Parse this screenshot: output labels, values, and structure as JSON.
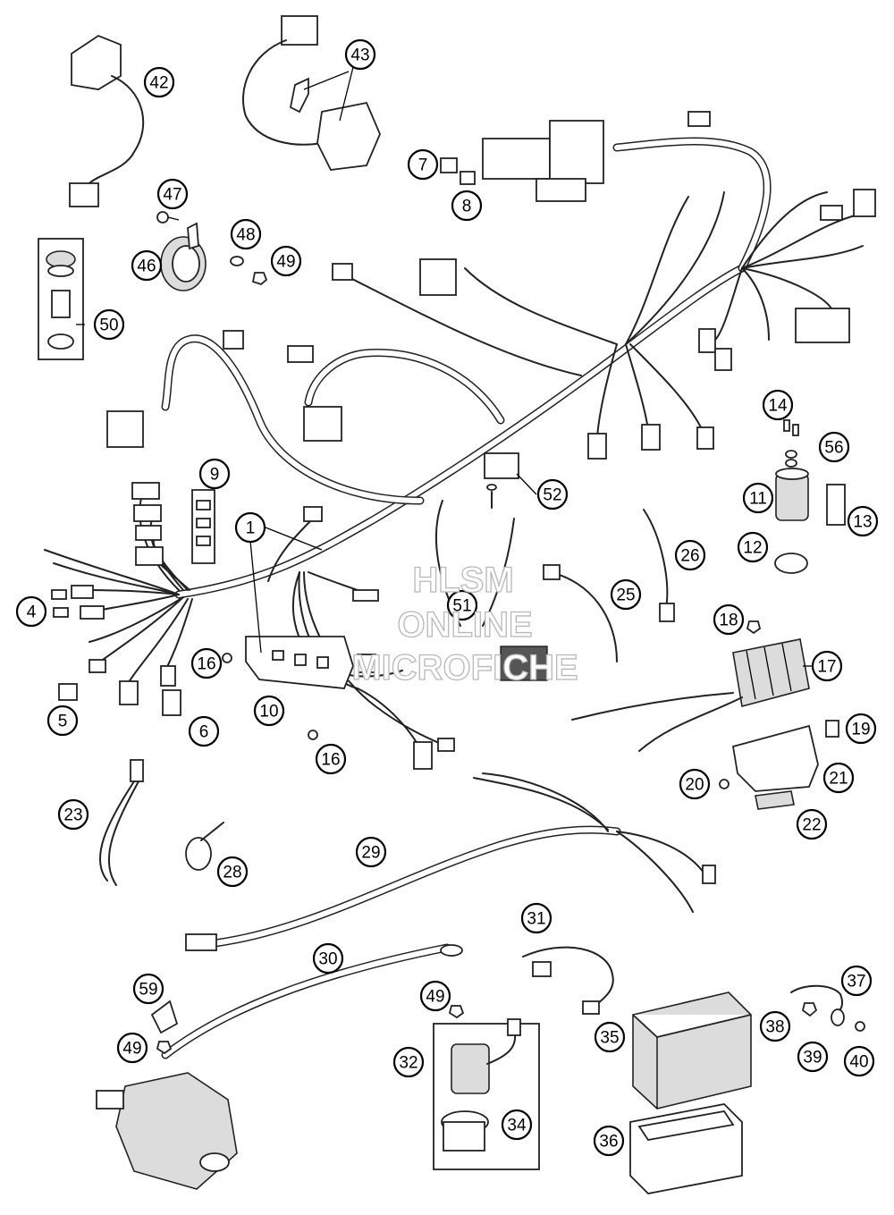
{
  "watermark": {
    "lines": [
      "HLSM",
      "ONLINE",
      "MICROFICHE"
    ]
  },
  "callouts": [
    {
      "num": "1"
    },
    {
      "num": "4"
    },
    {
      "num": "5"
    },
    {
      "num": "6"
    },
    {
      "num": "7"
    },
    {
      "num": "8"
    },
    {
      "num": "9"
    },
    {
      "num": "10"
    },
    {
      "num": "11"
    },
    {
      "num": "12"
    },
    {
      "num": "13"
    },
    {
      "num": "14"
    },
    {
      "num": "16"
    },
    {
      "num": "16"
    },
    {
      "num": "17"
    },
    {
      "num": "18"
    },
    {
      "num": "19"
    },
    {
      "num": "20"
    },
    {
      "num": "21"
    },
    {
      "num": "22"
    },
    {
      "num": "23"
    },
    {
      "num": "25"
    },
    {
      "num": "26"
    },
    {
      "num": "28"
    },
    {
      "num": "29"
    },
    {
      "num": "30"
    },
    {
      "num": "31"
    },
    {
      "num": "32"
    },
    {
      "num": "34"
    },
    {
      "num": "35"
    },
    {
      "num": "36"
    },
    {
      "num": "37"
    },
    {
      "num": "38"
    },
    {
      "num": "39"
    },
    {
      "num": "40"
    },
    {
      "num": "42"
    },
    {
      "num": "43"
    },
    {
      "num": "46"
    },
    {
      "num": "47"
    },
    {
      "num": "48"
    },
    {
      "num": "49"
    },
    {
      "num": "49"
    },
    {
      "num": "49"
    },
    {
      "num": "50"
    },
    {
      "num": "51"
    },
    {
      "num": "52"
    },
    {
      "num": "56"
    },
    {
      "num": "59"
    }
  ]
}
